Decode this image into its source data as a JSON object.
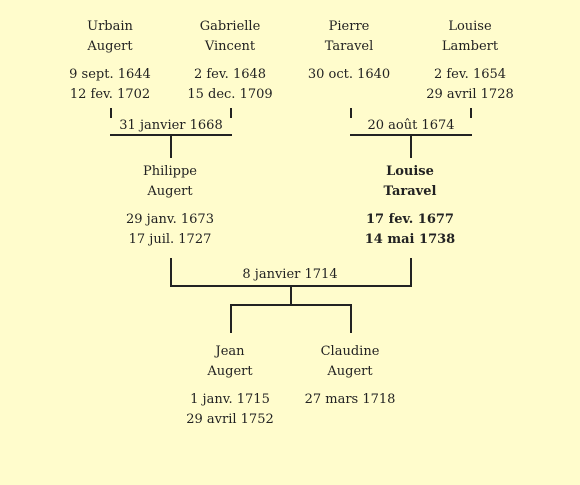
{
  "grandparents": [
    {
      "first": "Urbain",
      "last": "Augert",
      "birth": "9 sept. 1644",
      "death": "12 fev. 1702"
    },
    {
      "first": "Gabrielle",
      "last": "Vincent",
      "birth": "2 fev. 1648",
      "death": "15 dec. 1709"
    },
    {
      "first": "Pierre",
      "last": "Taravel",
      "birth": "30 oct. 1640",
      "death": ""
    },
    {
      "first": "Louise",
      "last": "Lambert",
      "birth": "2 fev. 1654",
      "death": "29 avril 1728"
    }
  ],
  "marriages": {
    "paternal": "31 janvier 1668",
    "maternal": "20 août 1674",
    "parents": "8 janvier 1714"
  },
  "parents": [
    {
      "first": "Philippe",
      "last": "Augert",
      "birth": "29 janv. 1673",
      "death": "17 juil. 1727"
    },
    {
      "first": "Louise",
      "last": "Taravel",
      "birth": "17 fev. 1677",
      "death": "14 mai 1738"
    }
  ],
  "children": [
    {
      "first": "Jean",
      "last": "Augert",
      "birth": "1 janv. 1715",
      "death": "29 avril 1752"
    },
    {
      "first": "Claudine",
      "last": "Augert",
      "birth": "27 mars 1718",
      "death": ""
    }
  ],
  "colors": {
    "background": "#fffccc",
    "line": "#222222"
  }
}
